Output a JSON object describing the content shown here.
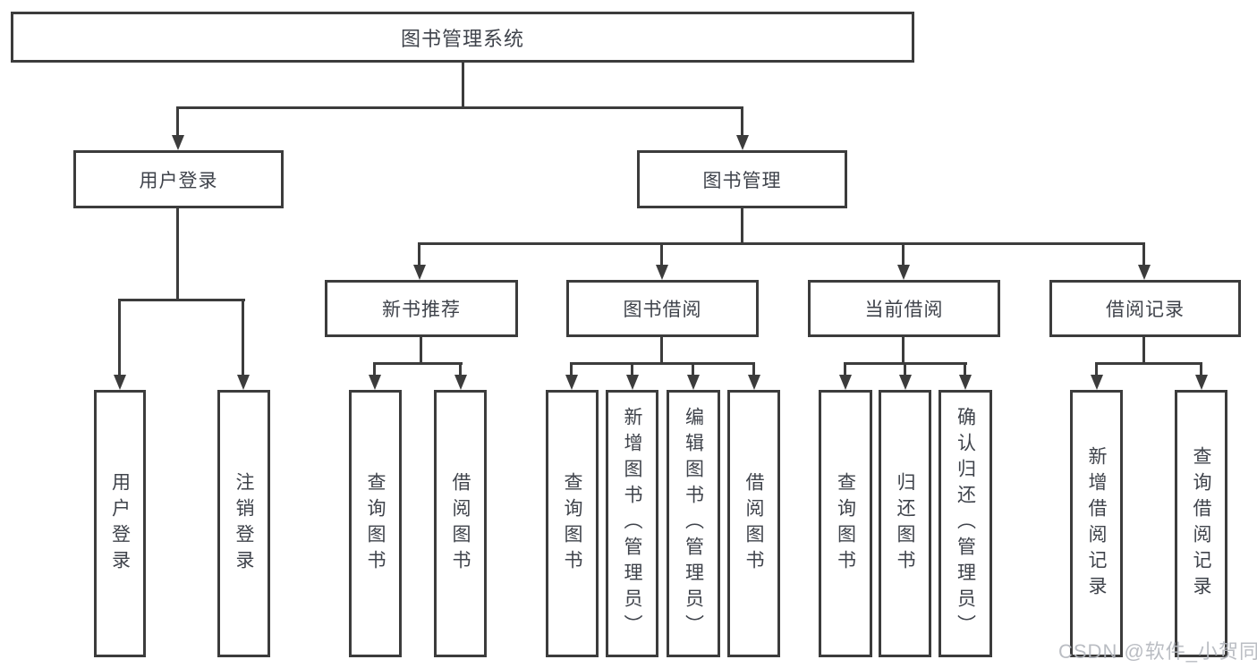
{
  "tree": {
    "root": "图书管理系统",
    "branches": [
      {
        "label": "用户登录",
        "children": [
          "用户登录",
          "注销登录"
        ]
      },
      {
        "label": "图书管理",
        "children": [
          {
            "label": "新书推荐",
            "children": [
              "查询图书",
              "借阅图书"
            ]
          },
          {
            "label": "图书借阅",
            "children": [
              "查询图书",
              "新增图书（管理员）",
              "编辑图书（管理员）",
              "借阅图书"
            ]
          },
          {
            "label": "当前借阅",
            "children": [
              "查询图书",
              "归还图书",
              "确认归还（管理员）"
            ]
          },
          {
            "label": "借阅记录",
            "children": [
              "新增借阅记录",
              "查询借阅记录"
            ]
          }
        ]
      }
    ]
  },
  "watermark": "CSDN @软件_小贺同学",
  "colors": {
    "line": "#3c3c3c",
    "text": "#3f434b",
    "watermark": "#b2b6bc",
    "background": "#ffffff"
  }
}
